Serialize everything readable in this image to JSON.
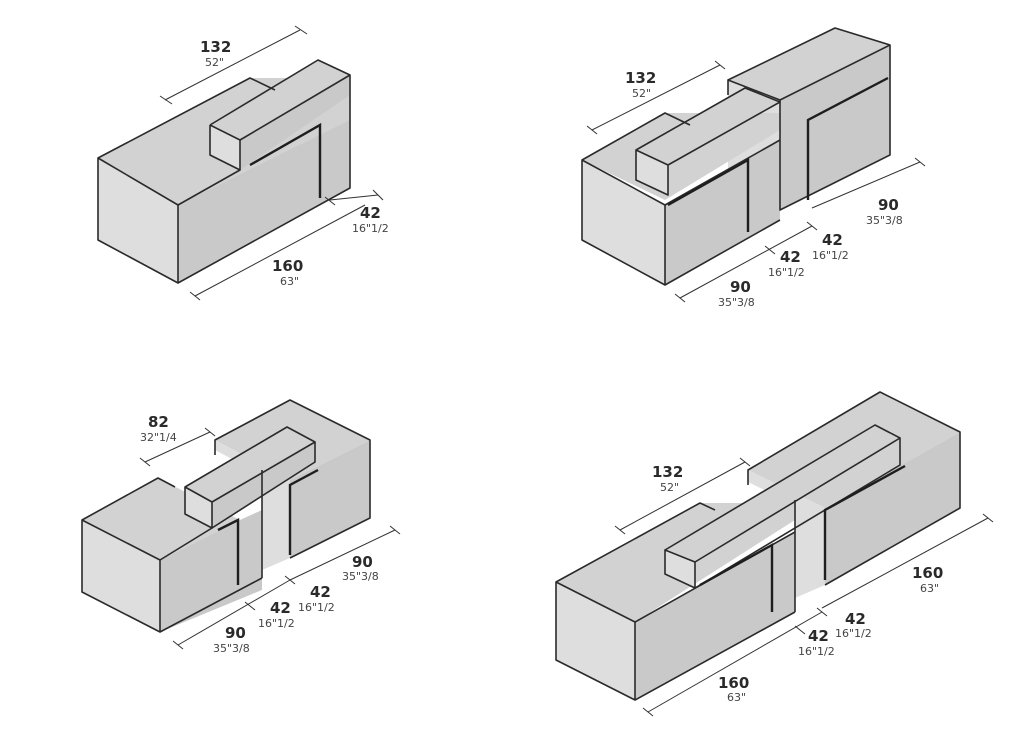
{
  "diagrams": [
    {
      "id": "desk-1",
      "dimensions": [
        {
          "value": "132",
          "imperial": "52\""
        },
        {
          "value": "42",
          "imperial": "16\"1/2"
        },
        {
          "value": "160",
          "imperial": "63\""
        }
      ]
    },
    {
      "id": "desk-2",
      "dimensions": [
        {
          "value": "132",
          "imperial": "52\""
        },
        {
          "value": "90",
          "imperial": "35\"3/8"
        },
        {
          "value": "42",
          "imperial": "16\"1/2"
        },
        {
          "value": "42",
          "imperial": "16\"1/2"
        },
        {
          "value": "90",
          "imperial": "35\"3/8"
        }
      ]
    },
    {
      "id": "desk-3",
      "dimensions": [
        {
          "value": "82",
          "imperial": "32\"1/4"
        },
        {
          "value": "90",
          "imperial": "35\"3/8"
        },
        {
          "value": "42",
          "imperial": "16\"1/2"
        },
        {
          "value": "42",
          "imperial": "16\"1/2"
        },
        {
          "value": "90",
          "imperial": "35\"3/8"
        }
      ]
    },
    {
      "id": "desk-4",
      "dimensions": [
        {
          "value": "132",
          "imperial": "52\""
        },
        {
          "value": "160",
          "imperial": "63\""
        },
        {
          "value": "42",
          "imperial": "16\"1/2"
        },
        {
          "value": "42",
          "imperial": "16\"1/2"
        },
        {
          "value": "160",
          "imperial": "63\""
        }
      ]
    }
  ]
}
